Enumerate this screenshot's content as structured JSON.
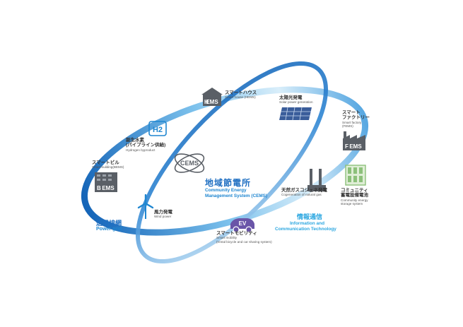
{
  "center": {
    "cems_badge": "CEMS",
    "title_jp": "地域節電所",
    "title_en_line1": "Community Energy",
    "title_en_line2": "Management System (CEMS)"
  },
  "power_grid": {
    "jp": "送電線網",
    "en": "Power grid"
  },
  "ict": {
    "jp": "情報通信",
    "en_line1": "Information and",
    "en_line2": "Communication Technology"
  },
  "nodes": {
    "smart_house": {
      "jp": "スマートハウス",
      "en": "Smart house (HEMS)",
      "badge": "EMS",
      "letter": "H"
    },
    "solar": {
      "jp": "太陽光発電",
      "en": "Solar power generation"
    },
    "smart_factory": {
      "jp_line1": "スマート",
      "jp_line2": "ファクトリー",
      "en_line1": "Smart factory",
      "en_line2": "(FEMS)",
      "badge": "EMS",
      "letter": "F"
    },
    "hydrogen": {
      "jp_line1": "副生水素",
      "jp_line2": "(パイプライン供給)",
      "en": "Hydrogen byproduct",
      "badge": "H2"
    },
    "smart_building": {
      "jp": "スマートビル",
      "en": "Smart building(BEMS)",
      "badge": "EMS",
      "letter": "B"
    },
    "cogeneration": {
      "jp": "天然ガスコジェネ発電",
      "en": "Cogeneration of natural gas"
    },
    "battery": {
      "jp_line1": "コミュニティ",
      "jp_line2": "蓄電設備電池",
      "en_line1": "Community energy",
      "en_line2": "storage system"
    },
    "wind": {
      "jp": "風力発電",
      "en": "Wind power"
    },
    "mobility": {
      "jp": "スマートモビリティ",
      "en_line1": "Smart mobility",
      "en_line2": "(rental bicycle and car sharing system)",
      "badge": "EV"
    }
  },
  "colors": {
    "ring_dark": "#1565b8",
    "ring_light": "#a8d8f2",
    "accent_blue": "#1f86d0",
    "icon_gray": "#5a5f66",
    "ict_cyan": "#2aa6e0",
    "mobility_purple": "#6a55a8",
    "battery_green": "#8cc07a"
  }
}
